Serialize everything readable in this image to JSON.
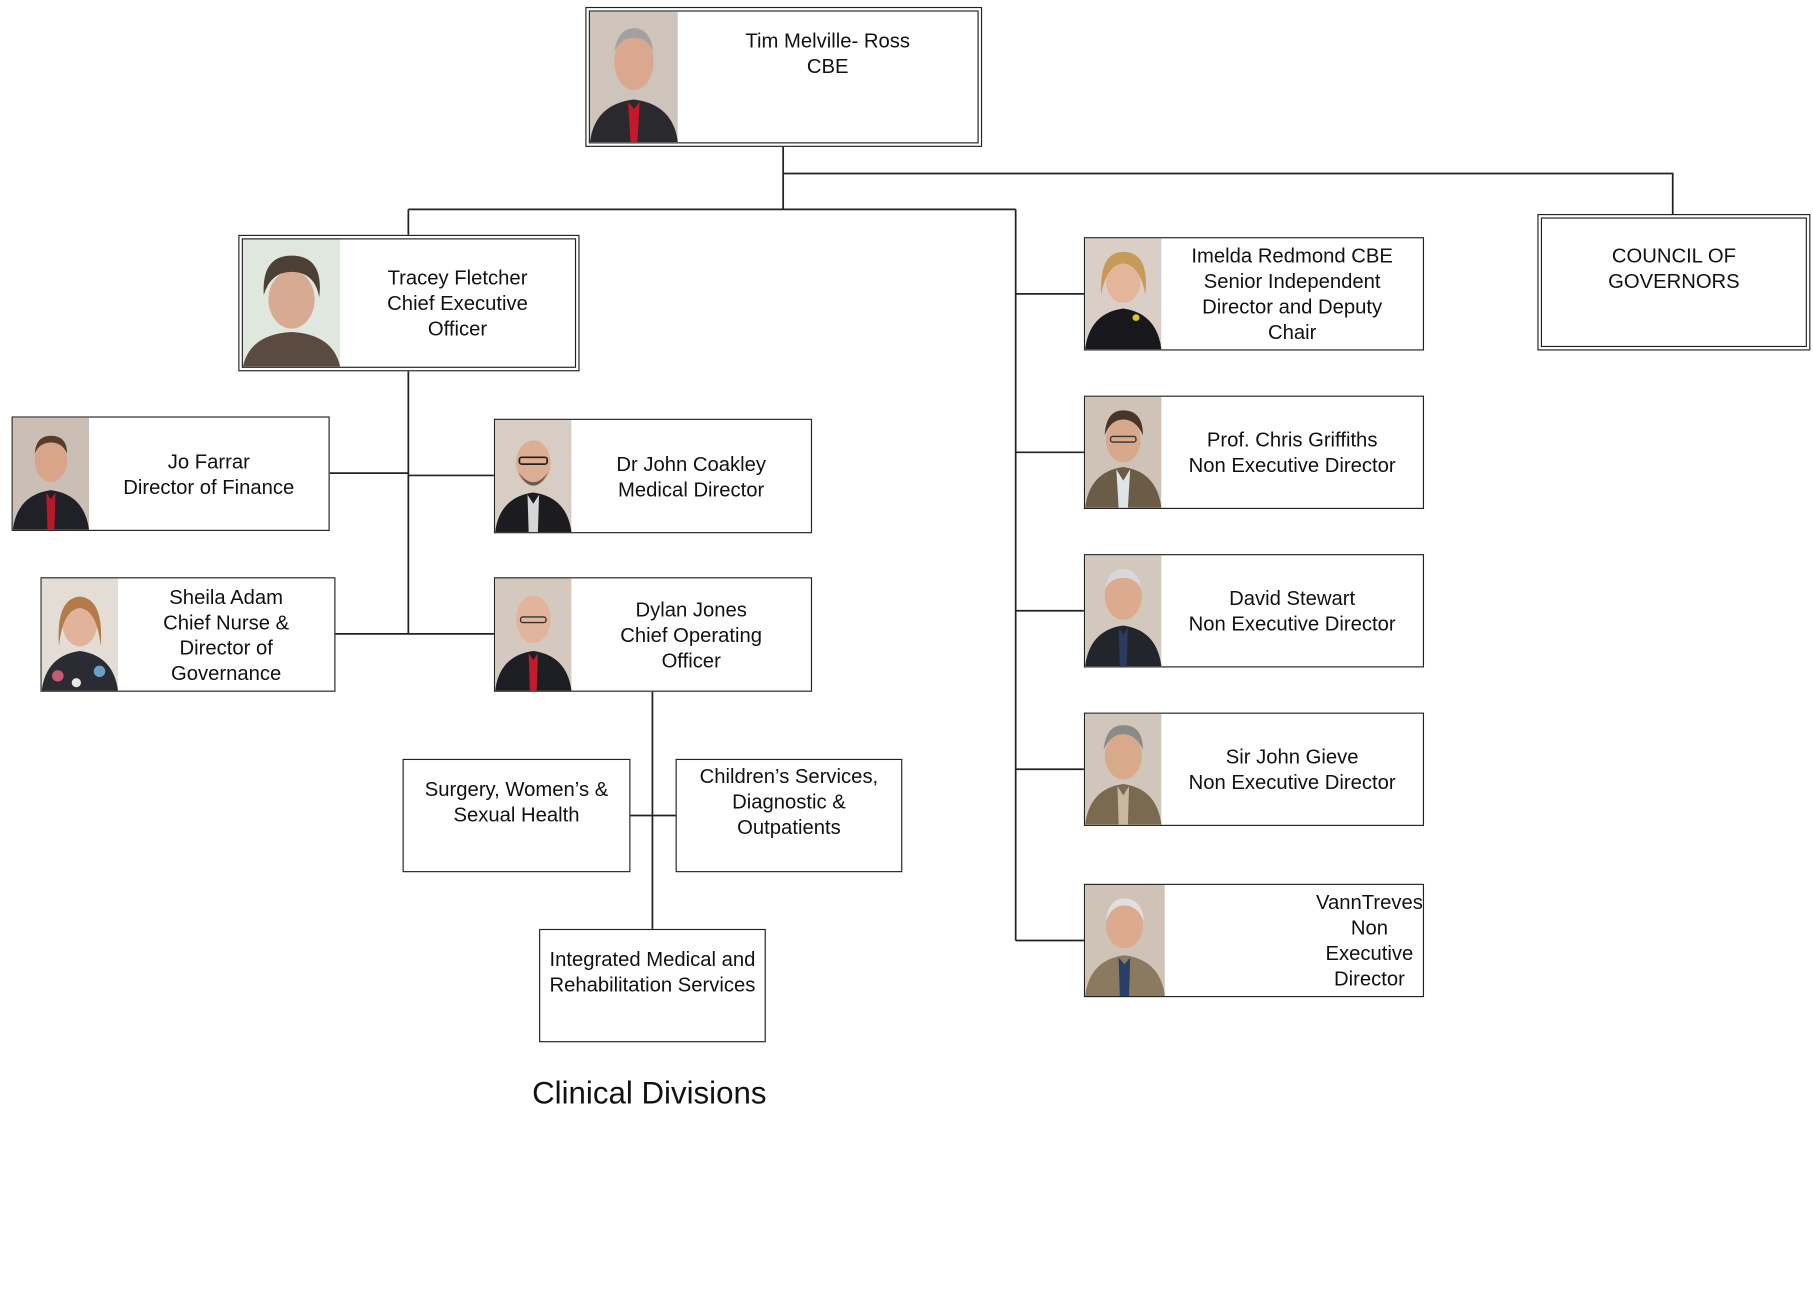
{
  "chair": {
    "line1": "Tim Melville- Ross",
    "line2": "CBE"
  },
  "ceo": {
    "line1": "Tracey Fletcher",
    "line2": "Chief Executive",
    "line3": "Officer"
  },
  "finance": {
    "line1": "Jo Farrar",
    "line2": "Director of Finance"
  },
  "medical": {
    "line1": "Dr John Coakley",
    "line2": "Medical Director"
  },
  "nurse": {
    "line1": "Sheila Adam",
    "line2": "Chief Nurse &",
    "line3": "Director of",
    "line4": "Governance"
  },
  "coo": {
    "line1": "Dylan Jones",
    "line2": "Chief Operating",
    "line3": "Officer"
  },
  "division_surgery": {
    "line1": "Surgery, Women’s &",
    "line2": "Sexual Health"
  },
  "division_children": {
    "line1": "Children’s Services,",
    "line2": "Diagnostic &",
    "line3": "Outpatients"
  },
  "division_integrated": {
    "line1": "Integrated Medical and",
    "line2": "Rehabilitation Services"
  },
  "clinical_divisions_caption": "Clinical Divisions",
  "ned_redmond": {
    "line1": "Imelda Redmond CBE",
    "line2": "Senior Independent",
    "line3": "Director and Deputy",
    "line4": "Chair"
  },
  "ned_griffiths": {
    "line1": "Prof. Chris Griffiths",
    "line2": "Non Executive Director"
  },
  "ned_stewart": {
    "line1": "David Stewart",
    "line2": "Non Executive Director"
  },
  "ned_gieve": {
    "line1": "Sir John Gieve",
    "line2": "Non Executive Director"
  },
  "ned_treves": {
    "line1": "VannTreves",
    "line2": "Non",
    "line3": "Executive",
    "line4": "Director"
  },
  "council": {
    "line1": "COUNCIL OF",
    "line2": "GOVERNORS"
  }
}
